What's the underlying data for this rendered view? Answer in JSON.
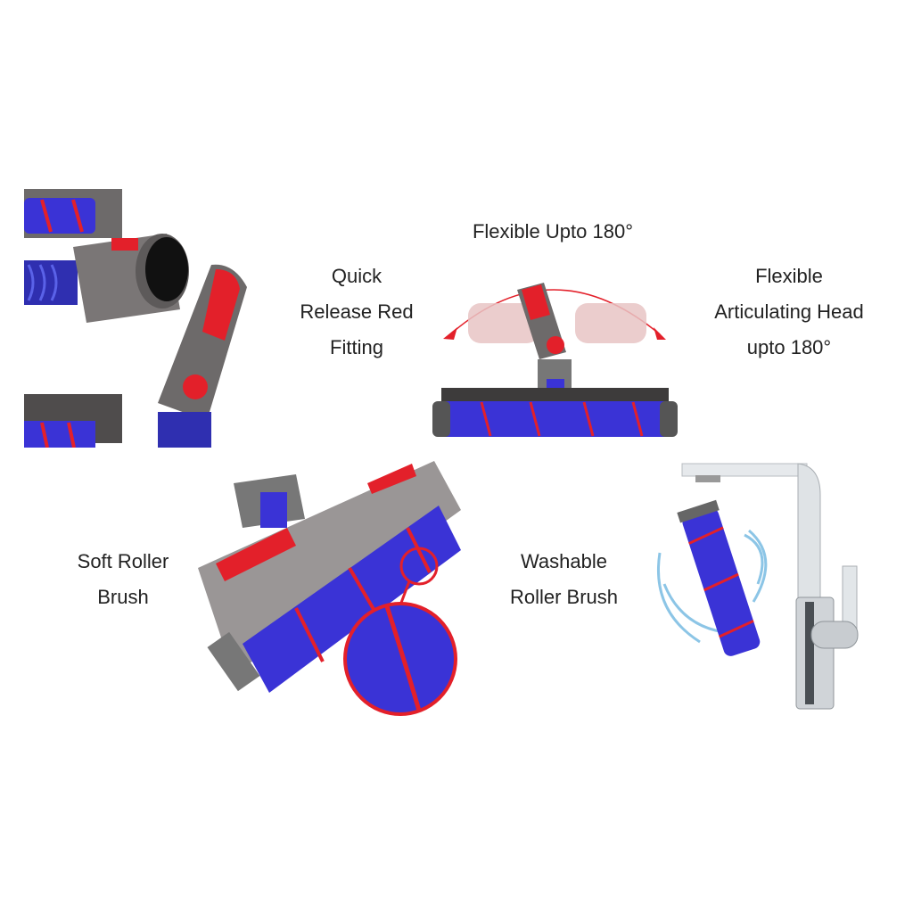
{
  "features": [
    {
      "id": "quick-release",
      "lines": [
        "Quick",
        "Release Red",
        "Fitting"
      ]
    },
    {
      "id": "flexible-top",
      "lines": [
        "Flexible Upto 180°"
      ]
    },
    {
      "id": "articulating",
      "lines": [
        "Flexible",
        "Articulating Head",
        "upto 180°"
      ]
    },
    {
      "id": "soft-roller",
      "lines": [
        "Soft Roller",
        "Brush"
      ]
    },
    {
      "id": "washable",
      "lines": [
        "Washable",
        "Roller Brush"
      ]
    }
  ],
  "images": {
    "quick_release": "quick-release-fitting-photo",
    "articulating": "articulating-head-photo",
    "soft_roller": "soft-roller-brush-photo",
    "washable": "washable-roller-under-faucet-photo"
  },
  "colors": {
    "roller_blue": "#3a33d6",
    "accent_red": "#e3202a",
    "body_grey": "#6d6a6a",
    "chrome": "#d9dde0",
    "water": "#6fb6e0"
  }
}
